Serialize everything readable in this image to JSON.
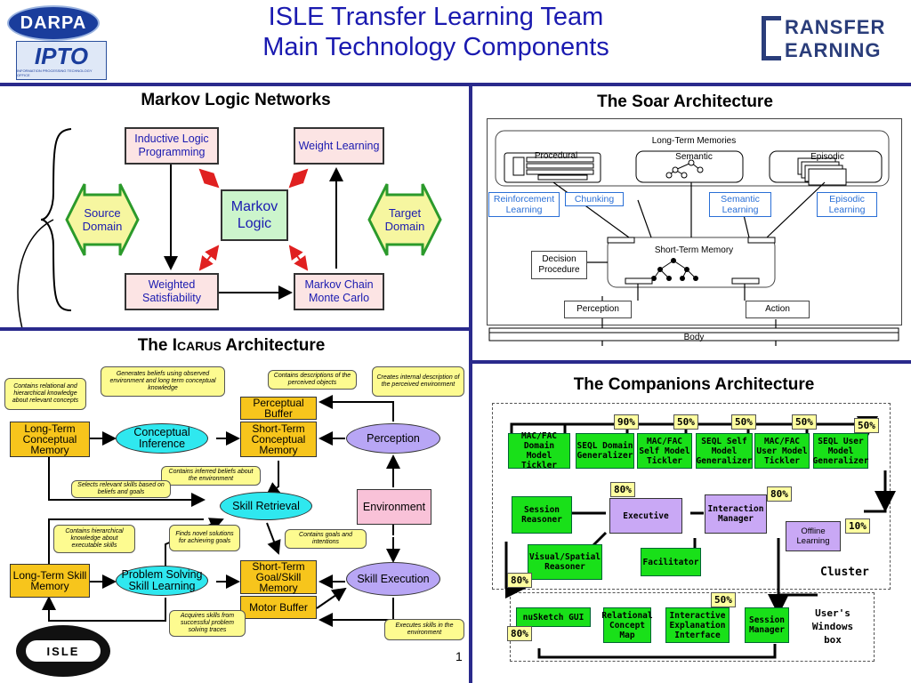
{
  "header": {
    "title_line1": "ISLE Transfer Learning Team",
    "title_line2": "Main Technology Components",
    "logo_darpa": "DARPA",
    "logo_ipto": "IPTO",
    "logo_ipto_sub": "INFORMATION PROCESSING TECHNOLOGY OFFICE",
    "logo_tl_line1": "RANSFER",
    "logo_tl_line2": "EARNING",
    "logo_isle": "ISLE"
  },
  "mln": {
    "title": "Markov Logic Networks",
    "ilp": "Inductive Logic Programming",
    "weight": "Weight Learning",
    "markov": "Markov Logic",
    "ws": "Weighted Satisfiability",
    "mcmc": "Markov Chain Monte Carlo",
    "source": "Source Domain",
    "target": "Target Domain"
  },
  "soar": {
    "title": "The Soar Architecture",
    "ltm": "Long-Term Memories",
    "procedural": "Procedural",
    "semantic": "Semantic",
    "episodic": "Episodic",
    "rl": "Reinforcement Learning",
    "chunking": "Chunking",
    "sl": "Semantic Learning",
    "el": "Episodic Learning",
    "stm": "Short-Term Memory",
    "decision": "Decision Procedure",
    "perception": "Perception",
    "action": "Action",
    "body": "Body"
  },
  "icarus": {
    "title_pre": "The I",
    "title_sc": "CARUS",
    "title_post": " Architecture",
    "ltcm": "Long-Term Conceptual Memory",
    "ci": "Conceptual Inference",
    "pb": "Perceptual Buffer",
    "stcm": "Short-Term Conceptual Memory",
    "perception": "Perception",
    "sr": "Skill Retrieval",
    "env": "Environment",
    "ltsm": "Long-Term Skill Memory",
    "ps": "Problem Solving Skill Learning",
    "stgm": "Short-Term Goal/Skill Memory",
    "mb": "Motor Buffer",
    "se": "Skill Execution",
    "c1": "Contains relational and hierarchical knowledge about relevant concepts",
    "c2": "Generates beliefs using observed environment and long term conceptual knowledge",
    "c3": "Contains descriptions of the perceived objects",
    "c4": "Creates internal description of the perceived environment",
    "c5": "Contains inferred beliefs about the environment",
    "c6": "Selects relevant skills based on beliefs and goals",
    "c7": "Contains hierarchical knowledge about executable skills",
    "c8": "Finds novel solutions for achieving goals",
    "c9": "Contains goals and intentions",
    "c10": "Acquires skills from successful problem solving traces",
    "c11": "Executes skills in the environment"
  },
  "comp": {
    "title": "The Companions Architecture",
    "b1": "MAC/FAC Domain Model Tickler",
    "b2": "SEQL Domain Generalizer",
    "b3": "MAC/FAC Self Model Tickler",
    "b4": "SEQL Self Model Generalizer",
    "b5": "MAC/FAC User Model Tickler",
    "b6": "SEQL User Model Generalizer",
    "p1": "90%",
    "p2": "50%",
    "p3": "50%",
    "p4": "50%",
    "p5": "50%",
    "session": "Session Reasoner",
    "executive": "Executive",
    "interaction": "Interaction Manager",
    "p6": "80%",
    "p7": "80%",
    "offline": "Offline Learning",
    "p8": "10%",
    "vs": "Visual/Spatial Reasoner",
    "facil": "Facilitator",
    "cluster": "Cluster",
    "p9": "80%",
    "p10": "50%",
    "nusketch": "nuSketch GUI",
    "rcm": "Relational Concept Map",
    "iei": "Interactive Explanation Interface",
    "sm": "Session Manager",
    "userbox": "User's Windows box",
    "p11": "80%"
  },
  "page_number": "1"
}
